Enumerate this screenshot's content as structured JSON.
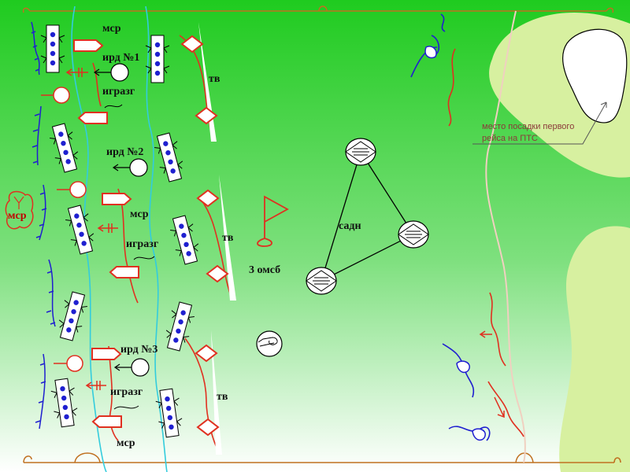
{
  "labels": {
    "msr": "мср",
    "ird1": "ирд №1",
    "ird2": "ирд №2",
    "ird3": "ирд №3",
    "igrazg": "игразг",
    "tv": "тв",
    "sadn": "садн",
    "omsb": "3 омсб"
  },
  "note": {
    "line1": "место посадки первого",
    "line2": "рейса на ПТС"
  },
  "colors": {
    "bg_top": "#22cc22",
    "bg_bottom": "#ffffff",
    "island": "#d7f0a0",
    "friendly": "#1f1fd0",
    "enemy": "#e03020",
    "river": "#33ccdd",
    "border": "#c07020"
  }
}
